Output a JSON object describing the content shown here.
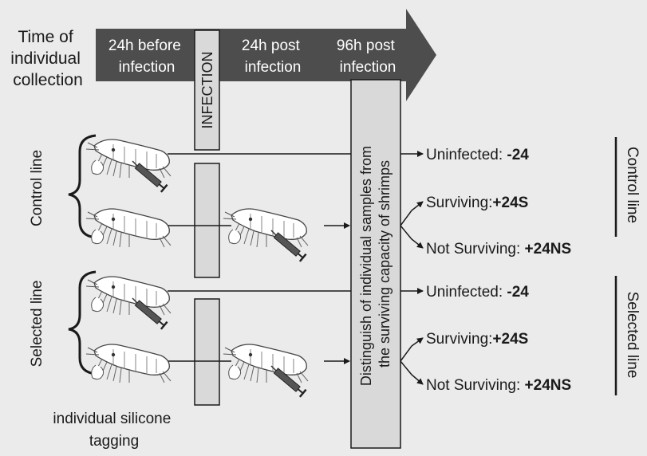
{
  "timeline": {
    "label": [
      "Time of",
      "individual",
      "collection"
    ],
    "stage_before": [
      "24h before",
      "infection"
    ],
    "stage_post24": [
      "24h post",
      "infection"
    ],
    "stage_post96": [
      "96h post",
      "infection"
    ],
    "infection_label": "INFECTION"
  },
  "tagging_label": [
    "individual silicone",
    "tagging"
  ],
  "distinguish_label": [
    "Distinguish of individual samples from",
    "the surviving capacity of  shrimps"
  ],
  "lines": {
    "left_control": "Control line",
    "left_selected": "Selected line",
    "right_control": "Control line",
    "right_selected": "Selected line"
  },
  "outcomes": {
    "control": {
      "uninfected": {
        "label": "Uninfected: ",
        "code": "-24"
      },
      "surviving": {
        "label": "Surviving:",
        "code": "+24S"
      },
      "not_surviving": {
        "label": "Not Surviving: ",
        "code": "+24NS"
      }
    },
    "selected": {
      "uninfected": {
        "label": "Uninfected: ",
        "code": "-24"
      },
      "surviving": {
        "label": "Surviving:",
        "code": "+24S"
      },
      "not_surviving": {
        "label": "Not Surviving: ",
        "code": "+24NS"
      }
    }
  },
  "colors": {
    "background": "#ebebeb",
    "timeline_arrow": "#4d4d4d",
    "light_box": "#d9d9d9",
    "stroke": "#1a1a1a"
  },
  "icons": [
    "shrimp-icon",
    "syringe-icon",
    "arrow-icon",
    "brace-icon"
  ]
}
